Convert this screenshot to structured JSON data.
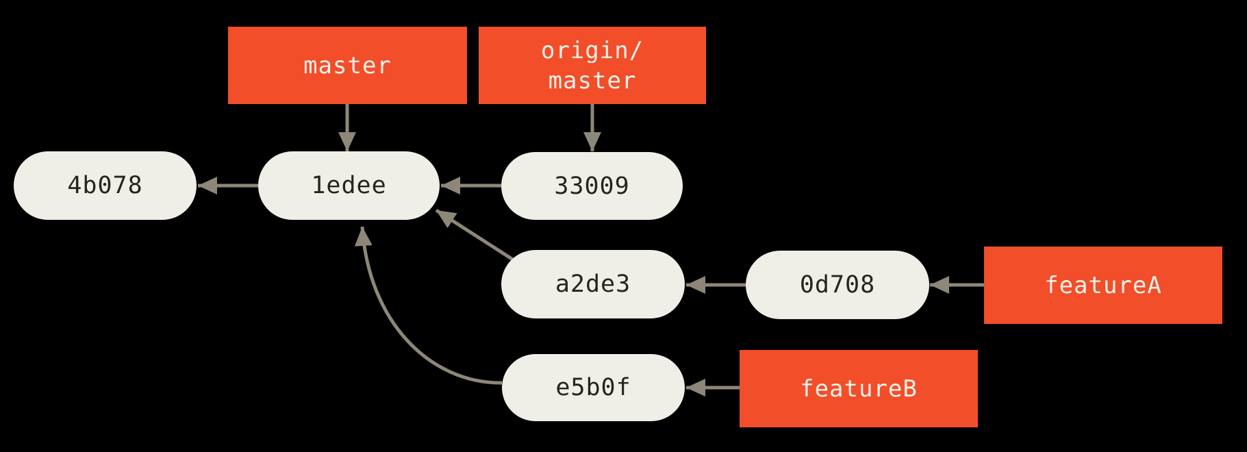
{
  "diagram": {
    "title": "git commit history graph",
    "background_color": "#000000",
    "branch_box_color": "#f24e2a",
    "branch_text_color": "#f3f1ea",
    "commit_fill_color": "#f0efe7",
    "commit_text_color": "#262320",
    "arrow_color": "#8e8779"
  },
  "branches": {
    "master": {
      "label": "master"
    },
    "origin": {
      "label": "origin/\nmaster"
    },
    "featureA": {
      "label": "featureA"
    },
    "featureB": {
      "label": "featureB"
    }
  },
  "commits": {
    "c4b078": {
      "label": "4b078"
    },
    "c1edee": {
      "label": "1edee"
    },
    "c33009": {
      "label": "33009"
    },
    "ca2de3": {
      "label": "a2de3"
    },
    "c0d708": {
      "label": "0d708"
    },
    "ce5b0f": {
      "label": "e5b0f"
    }
  },
  "edges": [
    {
      "from": "master",
      "to": "1edee"
    },
    {
      "from": "origin/master",
      "to": "33009"
    },
    {
      "from": "1edee",
      "to": "4b078"
    },
    {
      "from": "33009",
      "to": "1edee"
    },
    {
      "from": "a2de3",
      "to": "1edee"
    },
    {
      "from": "0d708",
      "to": "a2de3"
    },
    {
      "from": "featureA",
      "to": "0d708"
    },
    {
      "from": "e5b0f",
      "to": "1edee"
    },
    {
      "from": "featureB",
      "to": "e5b0f"
    }
  ]
}
